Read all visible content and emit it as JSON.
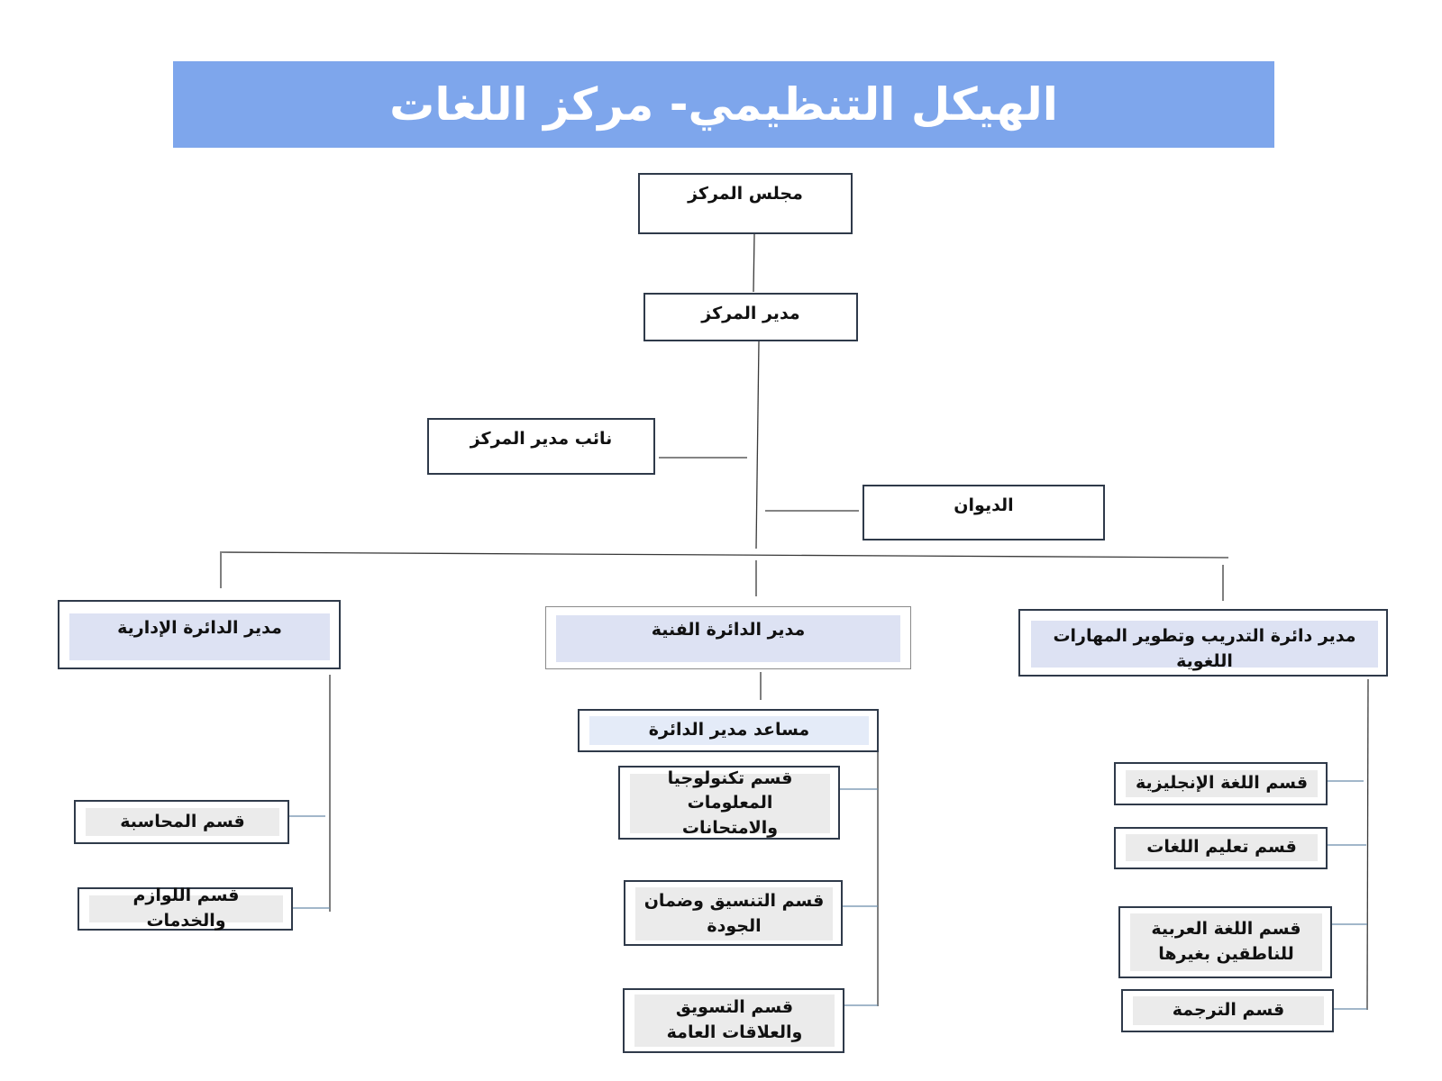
{
  "title": "الهيكل التنظيمي- مركز اللغات",
  "colors": {
    "title_bg": "#7ea6ec",
    "director_fill": "#dde2f3",
    "assistant_fill": "#e4ebf8",
    "section_fill": "#ebebeb",
    "border": "#2f3a4a",
    "connector_line": "#6a8caa"
  },
  "nodes": {
    "council": "مجلس المركز",
    "director": "مدير المركز",
    "deputy": "نائب مدير المركز",
    "diwan": "الديوان",
    "admin_director": "مدير الدائرة الإدارية",
    "tech_director": "مدير الدائرة الفنية",
    "training_director": "مدير دائرة التدريب وتطوير المهارات اللغوية",
    "tech_assistant": "مساعد مدير الدائرة"
  },
  "admin_sections": [
    "قسم المحاسبة",
    "قسم اللوازم والخدمات"
  ],
  "tech_sections": [
    "قسم تكنولوجيا المعلومات والامتحانات",
    "قسم التنسيق وضمان الجودة",
    "قسم التسويق والعلاقات العامة"
  ],
  "training_sections": [
    "قسم اللغة الإنجليزية",
    "قسم تعليم اللغات",
    "قسم اللغة العربية للناطقين بغيرها",
    "قسم الترجمة"
  ]
}
